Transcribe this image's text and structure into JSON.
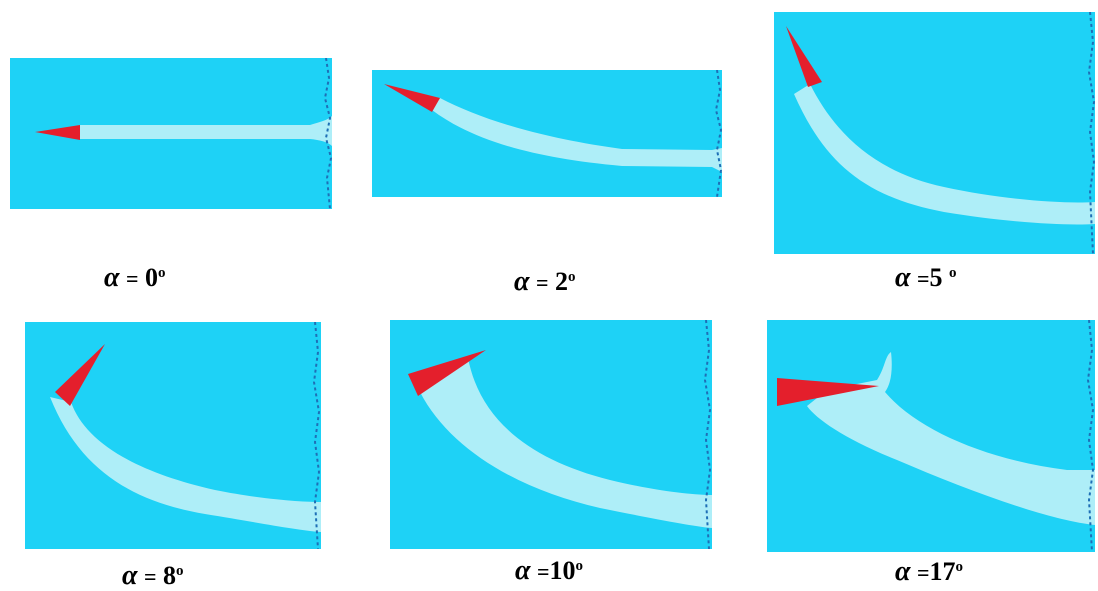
{
  "colors": {
    "background": "#1ed2f6",
    "channel": "#aeeef8",
    "tip": "#e41f2c",
    "edge": "#1e6fb6"
  },
  "panels": [
    {
      "symbol": "α",
      "equals": "=",
      "value": "0",
      "degree": "o"
    },
    {
      "symbol": "α",
      "equals": "=",
      "value": "2",
      "degree": "o"
    },
    {
      "symbol": "α",
      "equals": "=",
      "value": "5",
      "degree": "o"
    },
    {
      "symbol": "α",
      "equals": "=",
      "value": "8",
      "degree": "o"
    },
    {
      "symbol": "α",
      "equals": "=",
      "value": "10",
      "degree": "o"
    },
    {
      "symbol": "α",
      "equals": "=",
      "value": "17",
      "degree": "o"
    }
  ]
}
